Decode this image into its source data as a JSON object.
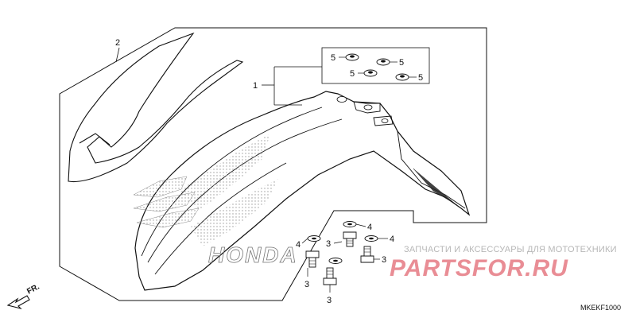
{
  "diagram": {
    "callouts": {
      "part_1": "1",
      "part_2": "2",
      "part_3": "3",
      "part_4": "4",
      "part_5": "5"
    },
    "watermark": {
      "tagline": "ЗАПЧАСТИ И АКСЕССУАРЫ ДЛЯ МОТОТЕХНИКИ",
      "logo": "PARTSFOR.RU"
    },
    "brand_graphic": "HONDA",
    "direction_label": "FR.",
    "figure_code": "MKEKF1000"
  },
  "colors": {
    "line": "#111111",
    "watermark_logo": "#e98d95",
    "watermark_text": "#b7b7b7"
  }
}
